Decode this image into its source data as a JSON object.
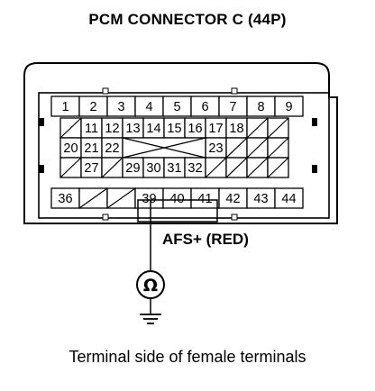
{
  "title": "PCM CONNECTOR C (44P)",
  "caption": "Terminal side of female terminals",
  "probe_label": "AFS+ (RED)",
  "meter_symbol": "Ω",
  "connector": {
    "row1": [
      "1",
      "2",
      "3",
      "4",
      "5",
      "6",
      "7",
      "8",
      "9"
    ],
    "row2": [
      "",
      "11",
      "12",
      "13",
      "14",
      "15",
      "16",
      "17",
      "18",
      ""
    ],
    "row3": [
      "20",
      "21",
      "22",
      "",
      "",
      "",
      "",
      "23",
      "",
      ""
    ],
    "row4": [
      "",
      "27",
      "",
      "29",
      "30",
      "31",
      "32",
      "",
      "",
      ""
    ],
    "row5": [
      "36",
      "",
      "",
      "39",
      "40",
      "41",
      "42",
      "43",
      "44"
    ]
  }
}
